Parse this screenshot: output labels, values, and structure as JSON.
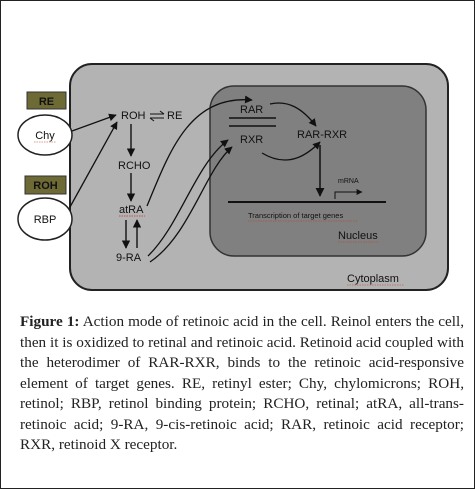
{
  "diagram": {
    "legend": {
      "re_label": "RE",
      "chy_label": "Chy",
      "roh_label": "ROH",
      "rbp_label": "RBP"
    },
    "cell": {
      "roh_re": "ROH",
      "re_right": "RE",
      "rcho": "RCHO",
      "atra": "atRA",
      "nine_ra": "9-RA",
      "cytoplasm": "Cytoplasm"
    },
    "nucleus": {
      "rar": "RAR",
      "rxr": "RXR",
      "rar_rxr": "RAR-RXR",
      "mrna": "mRNA",
      "transcription": "Transcription of target genes",
      "nucleus_label": "Nucleus"
    },
    "colors": {
      "cytoplasm_fill": "#b3b3b3",
      "nucleus_fill": "#808080",
      "tag_fill": "#6e6a35"
    }
  },
  "caption": {
    "figure_label": "Figure 1:",
    "text": "Action mode of retinoic acid in the cell. Reinol enters the cell, then it is oxidized to retinal and retinoic acid. Retinoid acid coupled with the heterodimer of RAR-RXR, binds to the retinoic acid-responsive element of target genes. RE, retinyl ester; Chy, chylomicrons; ROH, retinol; RBP, retinol binding protein; RCHO, retinal; atRA, all-trans-retinoic acid; 9-RA, 9-cis-retinoic acid; RAR, retinoic acid receptor; RXR, retinoid X receptor."
  }
}
